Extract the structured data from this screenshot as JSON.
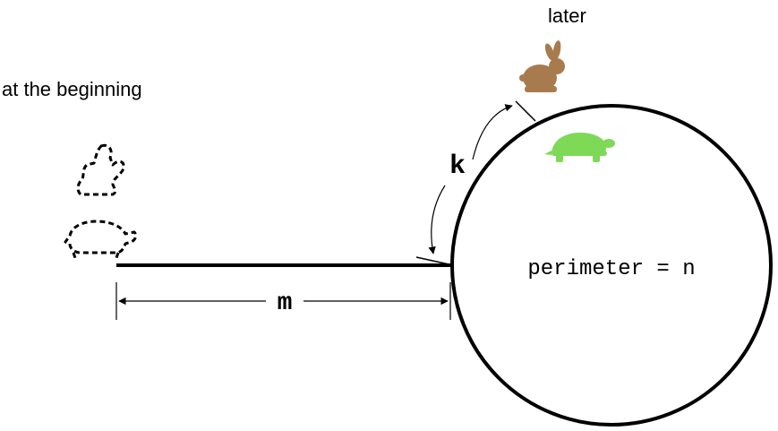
{
  "labels": {
    "at_beginning": "at the beginning",
    "later": "later",
    "segment_length": "m",
    "arc_length": "k",
    "circle_label": "perimeter = n"
  },
  "colors": {
    "ink": "#000000",
    "rabbit": "#a87b4f",
    "turtle": "#7ed957"
  },
  "icons": {
    "rabbit_start": "rabbit-outline-icon",
    "turtle_start": "turtle-outline-icon",
    "rabbit_later": "rabbit-icon",
    "turtle_later": "turtle-icon"
  }
}
